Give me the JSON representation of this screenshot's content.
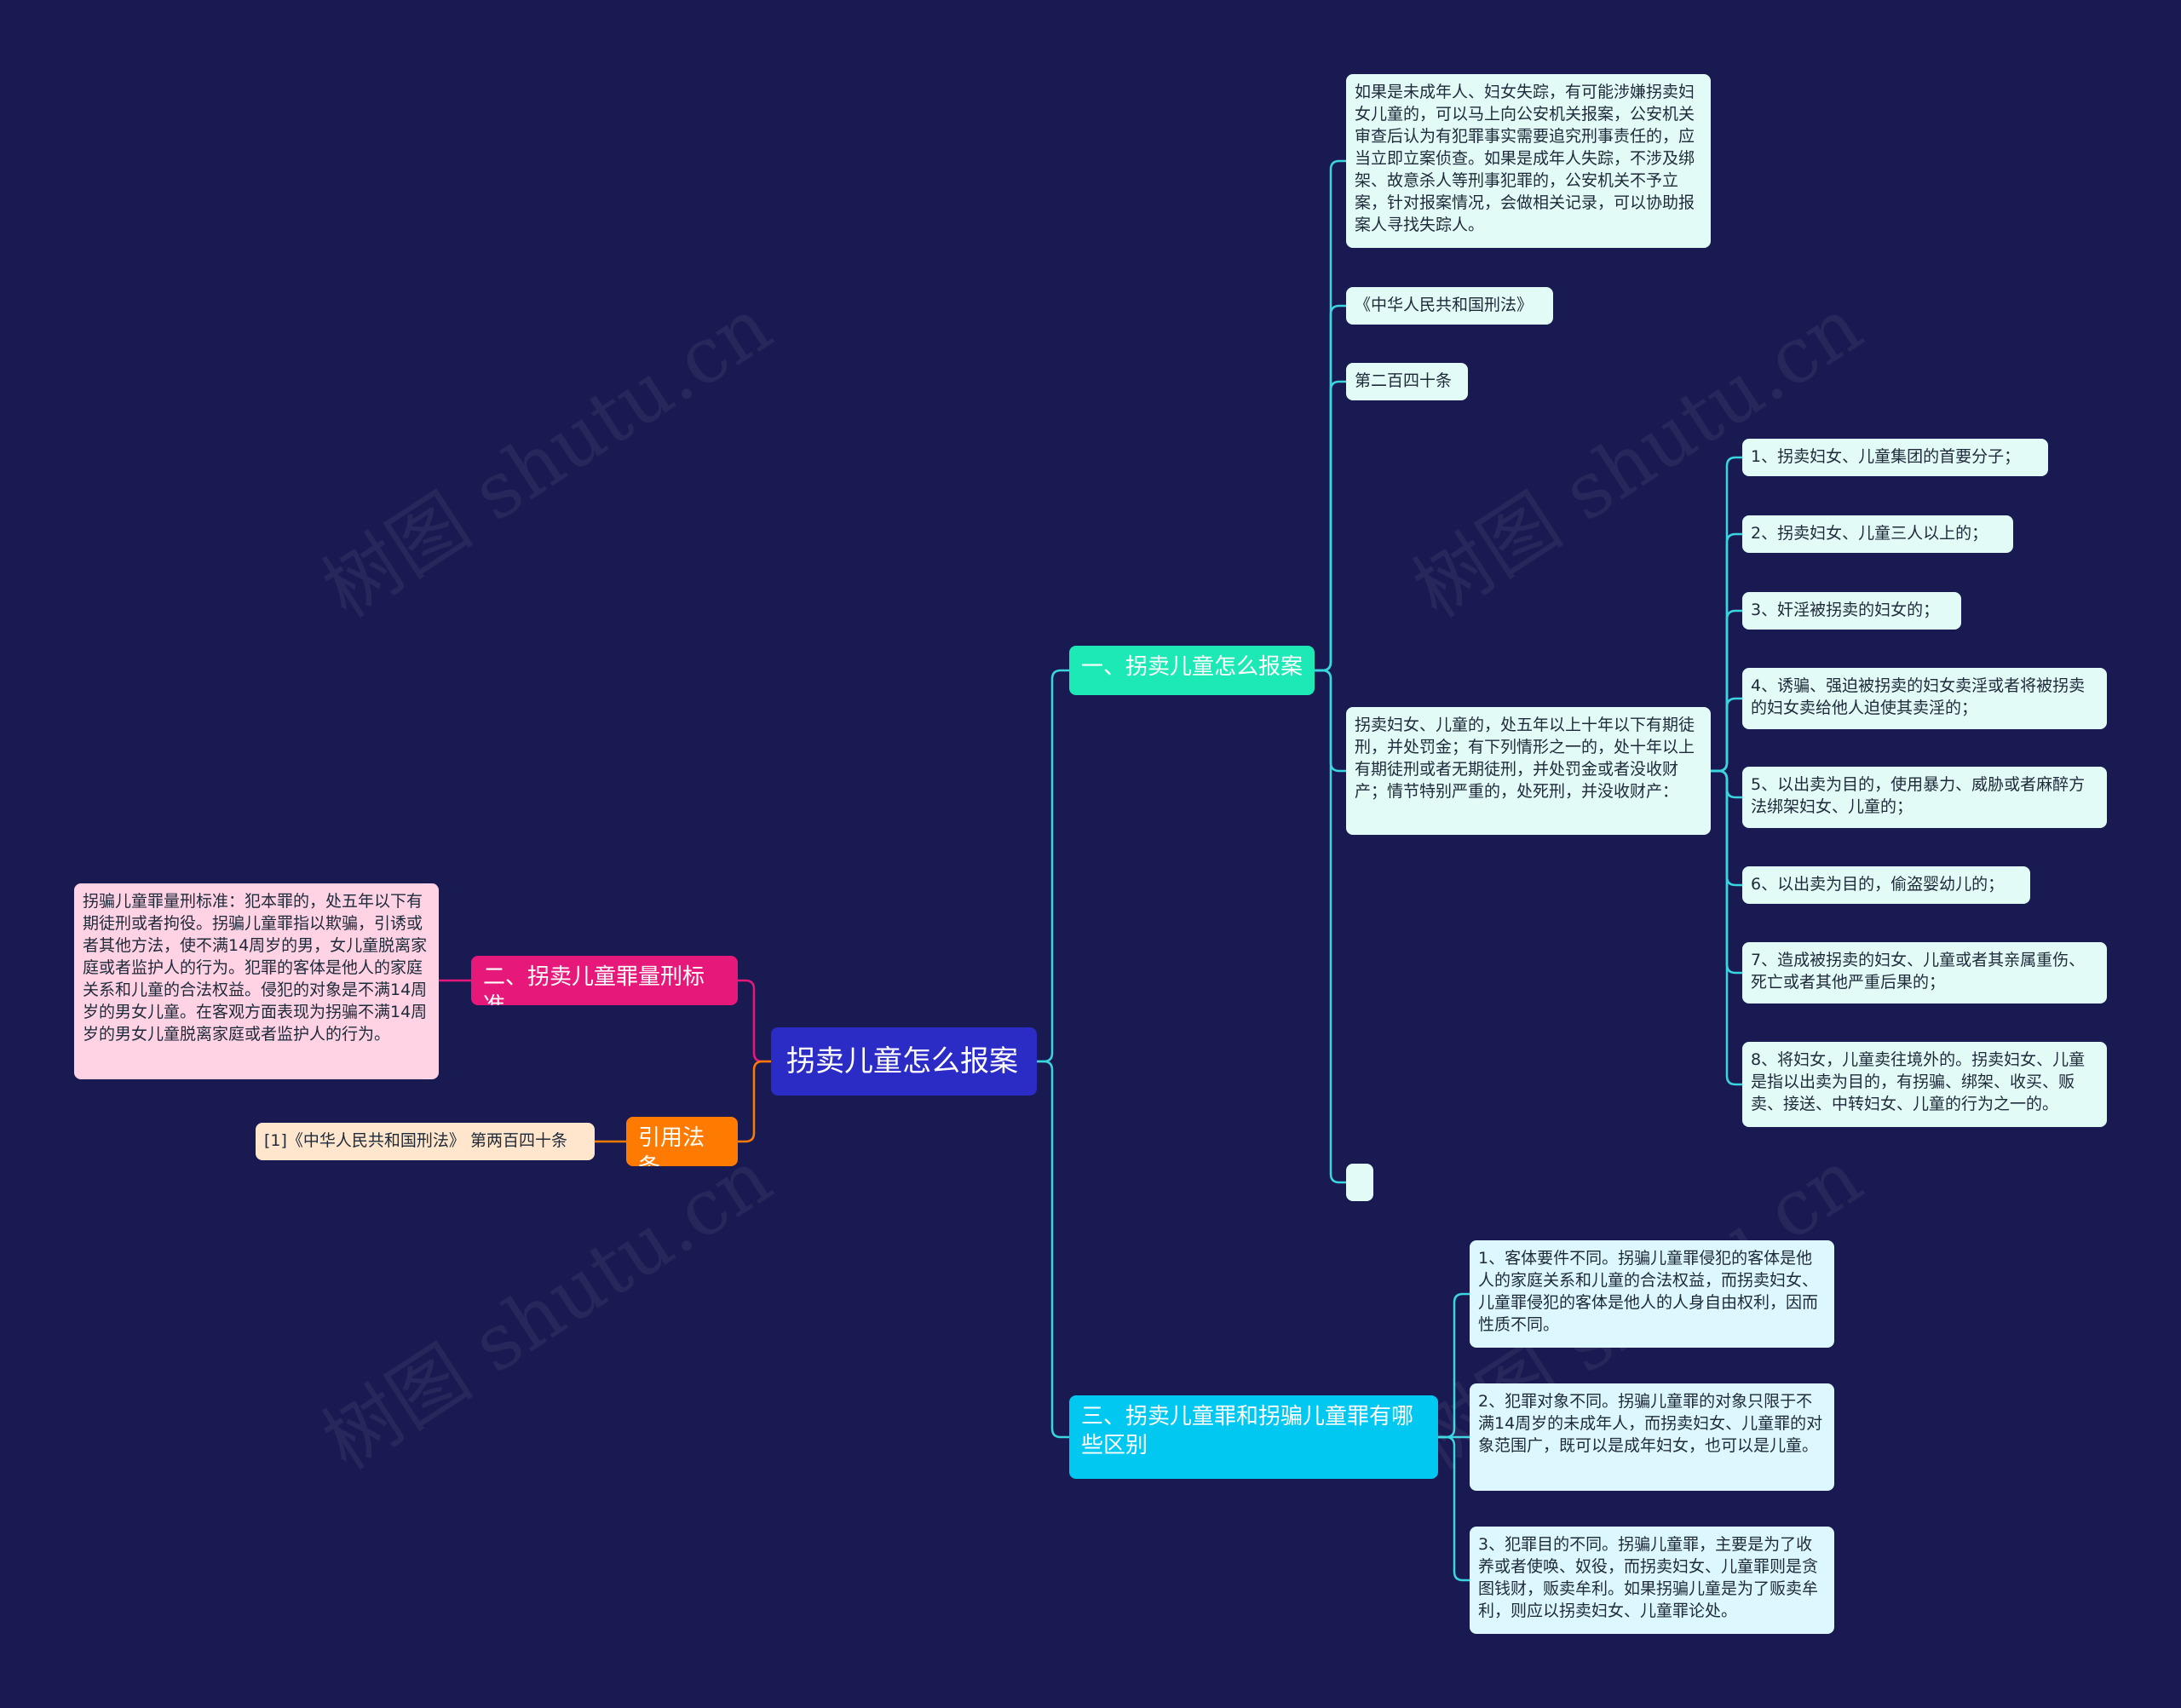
{
  "center": "拐卖儿童怎么报案",
  "branch1": {
    "label": "一、拐卖儿童怎么报案",
    "color": "#1de9b6",
    "items": {
      "intro": "如果是未成年人、妇女失踪，有可能涉嫌拐卖妇女儿童的，可以马上向公安机关报案，公安机关审查后认为有犯罪事实需要追究刑事责任的，应当立即立案侦查。如果是成年人失踪，不涉及绑架、故意杀人等刑事犯罪的，公安机关不予立案，针对报案情况，会做相关记录，可以协助报案人寻找失踪人。",
      "law": "《中华人民共和国刑法》",
      "article": "第二百四十条",
      "penalty": "拐卖妇女、儿童的，处五年以上十年以下有期徒刑，并处罚金；有下列情形之一的，处十年以上有期徒刑或者无期徒刑，并处罚金或者没收财产；情节特别严重的，处死刑，并没收财产：",
      "empty": ""
    },
    "situations": [
      "1、拐卖妇女、儿童集团的首要分子；",
      "2、拐卖妇女、儿童三人以上的；",
      "3、奸淫被拐卖的妇女的；",
      "4、诱骗、强迫被拐卖的妇女卖淫或者将被拐卖的妇女卖给他人迫使其卖淫的；",
      "5、以出卖为目的，使用暴力、威胁或者麻醉方法绑架妇女、儿童的；",
      "6、以出卖为目的，偷盗婴幼儿的；",
      "7、造成被拐卖的妇女、儿童或者其亲属重伤、死亡或者其他严重后果的；",
      "8、将妇女，儿童卖往境外的。拐卖妇女、儿童是指以出卖为目的，有拐骗、绑架、收买、贩卖、接送、中转妇女、儿童的行为之一的。"
    ]
  },
  "branch2": {
    "label": "二、拐卖儿童罪量刑标准",
    "color": "#e6197a",
    "text": "拐骗儿童罪量刑标准：犯本罪的，处五年以下有期徒刑或者拘役。拐骗儿童罪指以欺骗，引诱或者其他方法，使不满14周岁的男，女儿童脱离家庭或者监护人的行为。犯罪的客体是他人的家庭关系和儿童的合法权益。侵犯的对象是不满14周岁的男女儿童。在客观方面表现为拐骗不满14周岁的男女儿童脱离家庭或者监护人的行为。"
  },
  "branch3": {
    "label": "三、拐卖儿童罪和拐骗儿童罪有哪些区别",
    "color": "#00c8f0",
    "items": [
      "1、客体要件不同。拐骗儿童罪侵犯的客体是他人的家庭关系和儿童的合法权益，而拐卖妇女、儿童罪侵犯的客体是他人的人身自由权利，因而性质不同。",
      "2、犯罪对象不同。拐骗儿童罪的对象只限于不满14周岁的未成年人，而拐卖妇女、儿童罪的对象范围广，既可以是成年妇女，也可以是儿童。",
      "3、犯罪目的不同。拐骗儿童罪，主要是为了收养或者使唤、奴役，而拐卖妇女、儿童罪则是贪图钱财，贩卖牟利。如果拐骗儿童是为了贩卖牟利，则应以拐卖妇女、儿童罪论处。"
    ]
  },
  "branch4": {
    "label": "引用法条",
    "color": "#ff7a00",
    "text": "[1]《中华人民共和国刑法》 第两百四十条"
  },
  "watermark": "树图 shutu.cn",
  "colors": {
    "background": "#1a1a52",
    "center": "#2b2bc6",
    "leaf_green": "#e3fbf6",
    "leaf_pink": "#ffd3e4",
    "leaf_orange": "#ffe6cc",
    "line_teal": "#3ad6e0"
  }
}
